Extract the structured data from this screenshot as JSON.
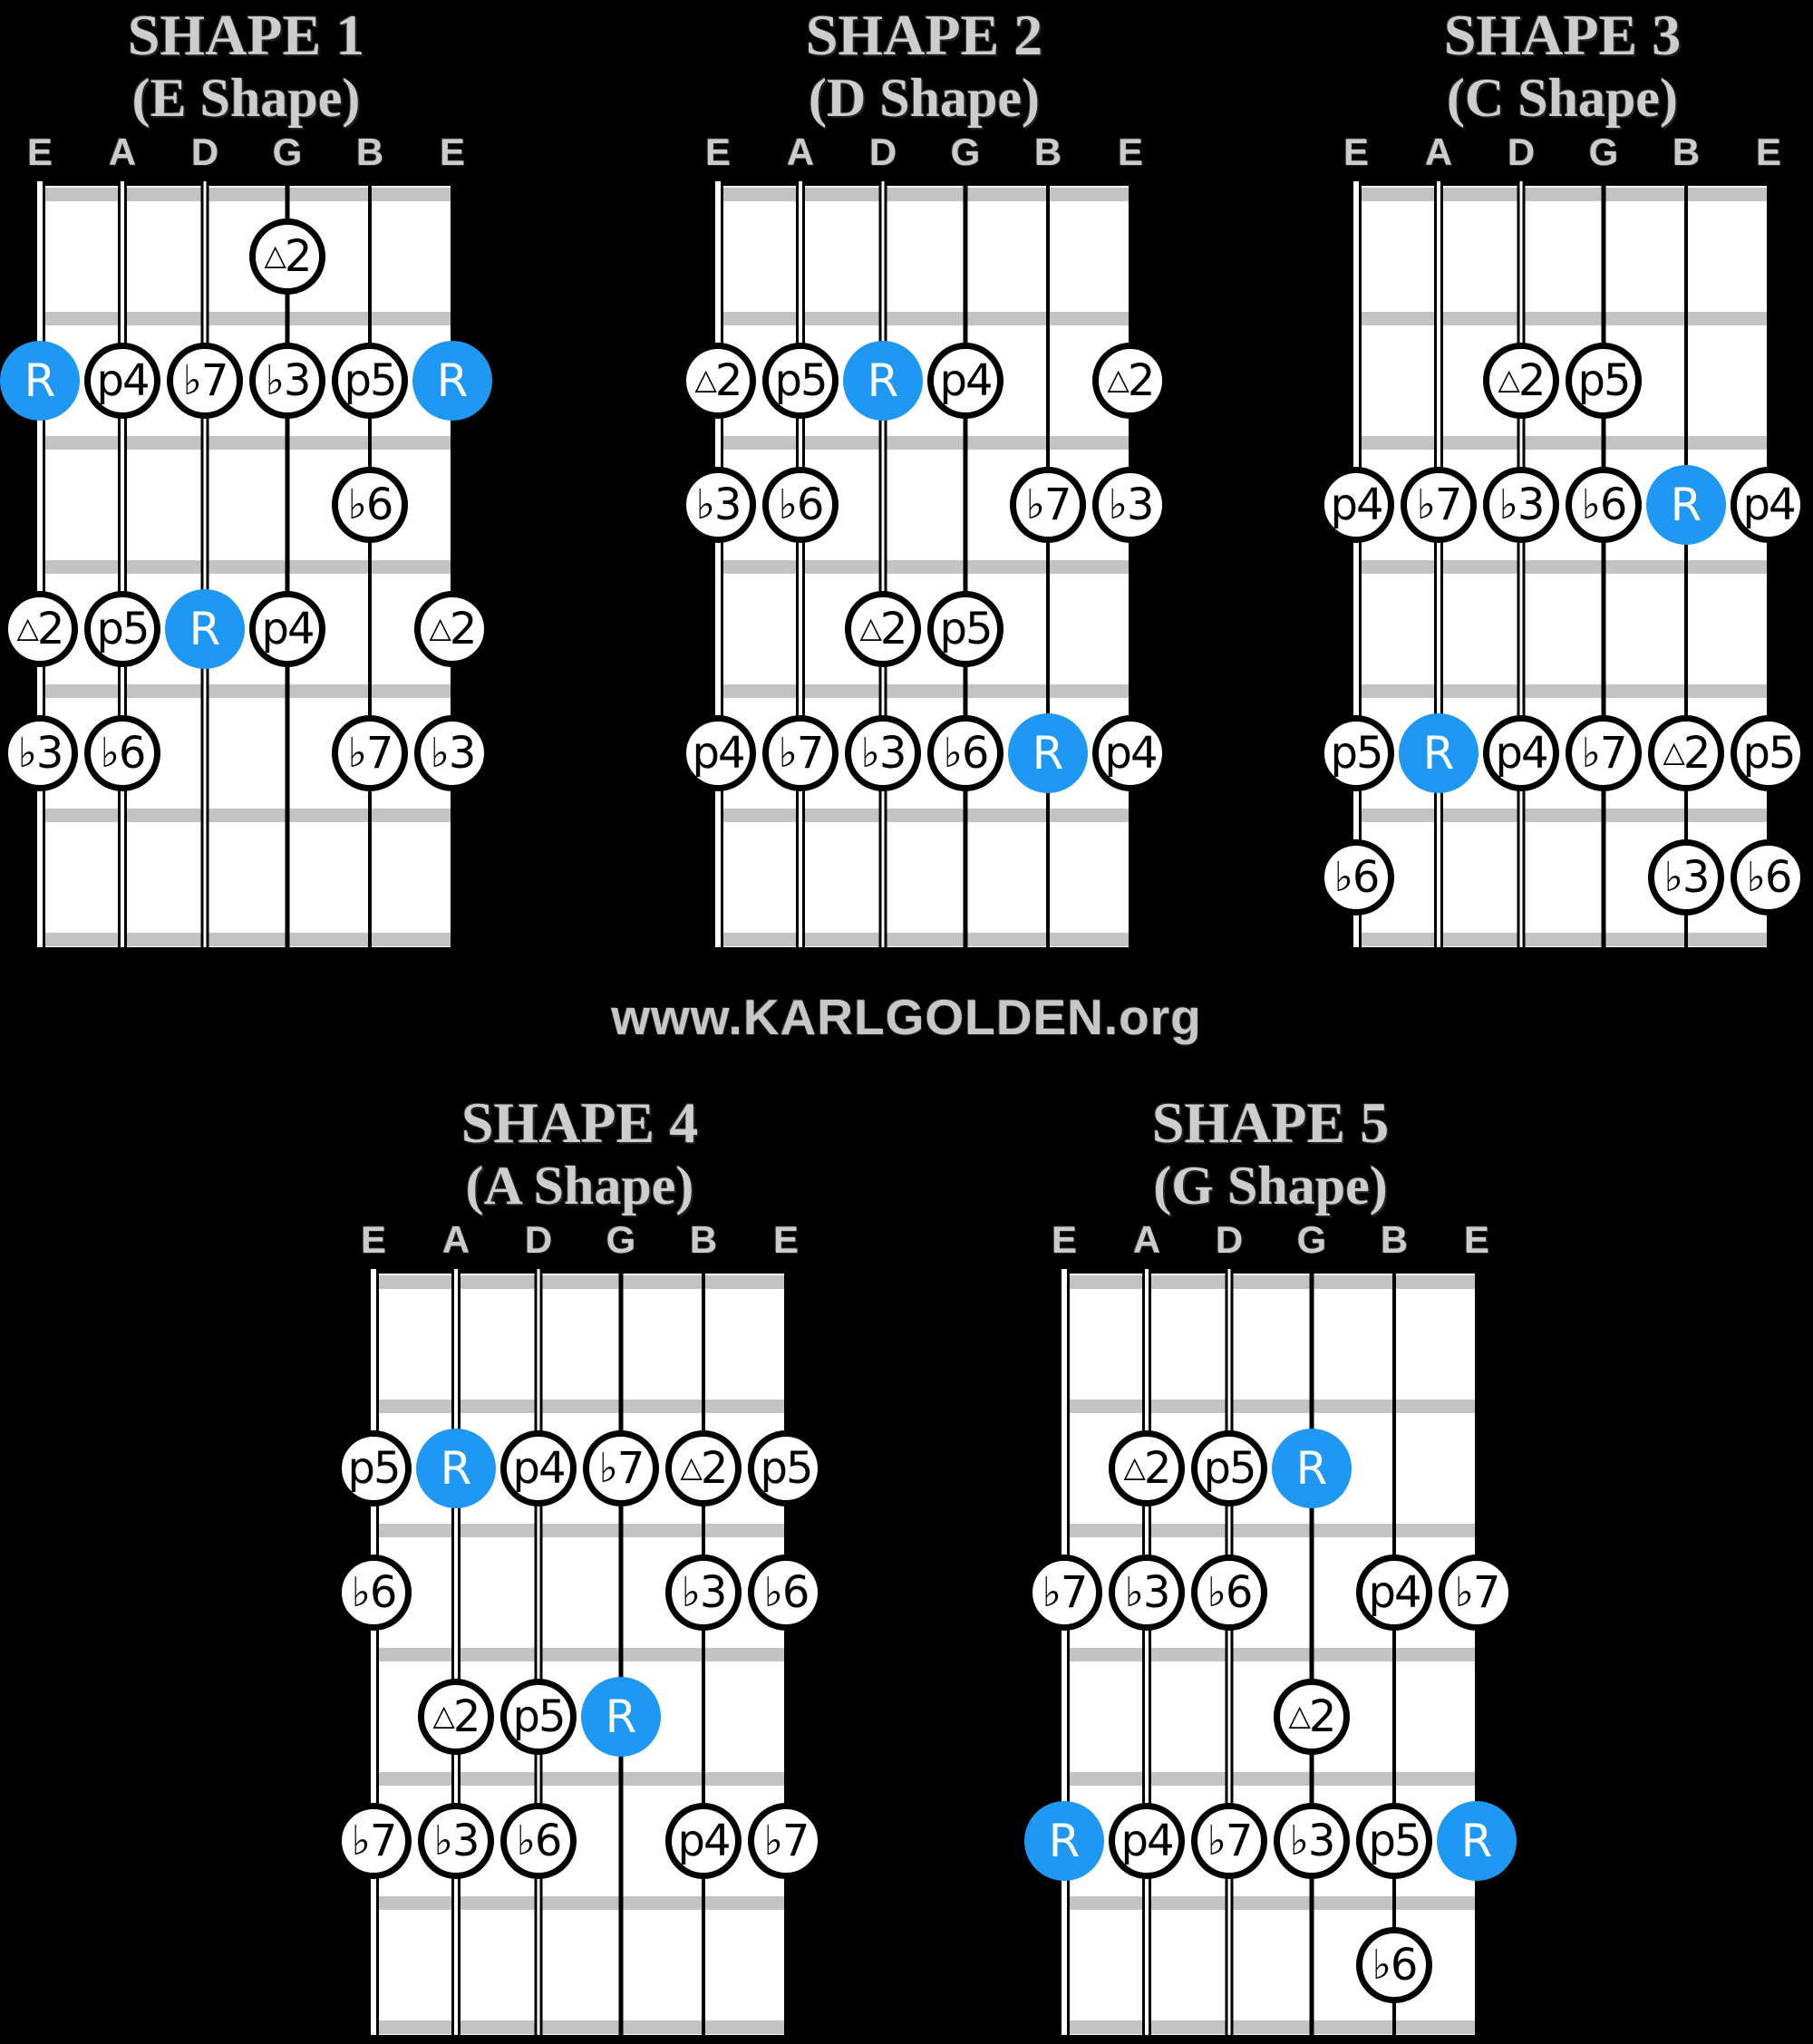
{
  "watermark": "www.KARLGOLDEN.org",
  "colors": {
    "background": "#000000",
    "root_fill": "#1e98f2",
    "note_fill": "#ffffff",
    "note_stroke": "#000000",
    "fret_bar": "#c3c3c3",
    "title_text": "#cbcdce"
  },
  "fretboard": {
    "string_labels": [
      "E",
      "A",
      "D",
      "G",
      "B",
      "E"
    ],
    "frets_per_diagram": 6
  },
  "shapes": [
    {
      "title": "SHAPE 1",
      "subtitle": "(E Shape)",
      "notes": [
        {
          "s": 3,
          "f": 1,
          "t": "△2"
        },
        {
          "s": 0,
          "f": 2,
          "t": "R",
          "root": true
        },
        {
          "s": 1,
          "f": 2,
          "t": "p4"
        },
        {
          "s": 2,
          "f": 2,
          "t": "♭7"
        },
        {
          "s": 3,
          "f": 2,
          "t": "♭3"
        },
        {
          "s": 4,
          "f": 2,
          "t": "p5"
        },
        {
          "s": 5,
          "f": 2,
          "t": "R",
          "root": true
        },
        {
          "s": 4,
          "f": 3,
          "t": "♭6"
        },
        {
          "s": 0,
          "f": 4,
          "t": "△2"
        },
        {
          "s": 1,
          "f": 4,
          "t": "p5"
        },
        {
          "s": 2,
          "f": 4,
          "t": "R",
          "root": true
        },
        {
          "s": 3,
          "f": 4,
          "t": "p4"
        },
        {
          "s": 5,
          "f": 4,
          "t": "△2"
        },
        {
          "s": 0,
          "f": 5,
          "t": "♭3"
        },
        {
          "s": 1,
          "f": 5,
          "t": "♭6"
        },
        {
          "s": 4,
          "f": 5,
          "t": "♭7"
        },
        {
          "s": 5,
          "f": 5,
          "t": "♭3"
        }
      ]
    },
    {
      "title": "SHAPE 2",
      "subtitle": "(D Shape)",
      "notes": [
        {
          "s": 0,
          "f": 2,
          "t": "△2"
        },
        {
          "s": 1,
          "f": 2,
          "t": "p5"
        },
        {
          "s": 2,
          "f": 2,
          "t": "R",
          "root": true
        },
        {
          "s": 3,
          "f": 2,
          "t": "p4"
        },
        {
          "s": 5,
          "f": 2,
          "t": "△2"
        },
        {
          "s": 0,
          "f": 3,
          "t": "♭3"
        },
        {
          "s": 1,
          "f": 3,
          "t": "♭6"
        },
        {
          "s": 4,
          "f": 3,
          "t": "♭7"
        },
        {
          "s": 5,
          "f": 3,
          "t": "♭3"
        },
        {
          "s": 2,
          "f": 4,
          "t": "△2"
        },
        {
          "s": 3,
          "f": 4,
          "t": "p5"
        },
        {
          "s": 0,
          "f": 5,
          "t": "p4"
        },
        {
          "s": 1,
          "f": 5,
          "t": "♭7"
        },
        {
          "s": 2,
          "f": 5,
          "t": "♭3"
        },
        {
          "s": 3,
          "f": 5,
          "t": "♭6"
        },
        {
          "s": 4,
          "f": 5,
          "t": "R",
          "root": true
        },
        {
          "s": 5,
          "f": 5,
          "t": "p4"
        }
      ]
    },
    {
      "title": "SHAPE 3",
      "subtitle": "(C Shape)",
      "notes": [
        {
          "s": 2,
          "f": 2,
          "t": "△2"
        },
        {
          "s": 3,
          "f": 2,
          "t": "p5"
        },
        {
          "s": 0,
          "f": 3,
          "t": "p4"
        },
        {
          "s": 1,
          "f": 3,
          "t": "♭7"
        },
        {
          "s": 2,
          "f": 3,
          "t": "♭3"
        },
        {
          "s": 3,
          "f": 3,
          "t": "♭6"
        },
        {
          "s": 4,
          "f": 3,
          "t": "R",
          "root": true
        },
        {
          "s": 5,
          "f": 3,
          "t": "p4"
        },
        {
          "s": 0,
          "f": 5,
          "t": "p5"
        },
        {
          "s": 1,
          "f": 5,
          "t": "R",
          "root": true
        },
        {
          "s": 2,
          "f": 5,
          "t": "p4"
        },
        {
          "s": 3,
          "f": 5,
          "t": "♭7"
        },
        {
          "s": 4,
          "f": 5,
          "t": "△2"
        },
        {
          "s": 5,
          "f": 5,
          "t": "p5"
        },
        {
          "s": 0,
          "f": 6,
          "t": "♭6"
        },
        {
          "s": 4,
          "f": 6,
          "t": "♭3"
        },
        {
          "s": 5,
          "f": 6,
          "t": "♭6"
        }
      ]
    },
    {
      "title": "SHAPE 4",
      "subtitle": "(A Shape)",
      "notes": [
        {
          "s": 0,
          "f": 2,
          "t": "p5"
        },
        {
          "s": 1,
          "f": 2,
          "t": "R",
          "root": true
        },
        {
          "s": 2,
          "f": 2,
          "t": "p4"
        },
        {
          "s": 3,
          "f": 2,
          "t": "♭7"
        },
        {
          "s": 4,
          "f": 2,
          "t": "△2"
        },
        {
          "s": 5,
          "f": 2,
          "t": "p5"
        },
        {
          "s": 0,
          "f": 3,
          "t": "♭6"
        },
        {
          "s": 4,
          "f": 3,
          "t": "♭3"
        },
        {
          "s": 5,
          "f": 3,
          "t": "♭6"
        },
        {
          "s": 1,
          "f": 4,
          "t": "△2"
        },
        {
          "s": 2,
          "f": 4,
          "t": "p5"
        },
        {
          "s": 3,
          "f": 4,
          "t": "R",
          "root": true
        },
        {
          "s": 0,
          "f": 5,
          "t": "♭7"
        },
        {
          "s": 1,
          "f": 5,
          "t": "♭3"
        },
        {
          "s": 2,
          "f": 5,
          "t": "♭6"
        },
        {
          "s": 4,
          "f": 5,
          "t": "p4"
        },
        {
          "s": 5,
          "f": 5,
          "t": "♭7"
        }
      ]
    },
    {
      "title": "SHAPE 5",
      "subtitle": "(G Shape)",
      "notes": [
        {
          "s": 1,
          "f": 2,
          "t": "△2"
        },
        {
          "s": 2,
          "f": 2,
          "t": "p5"
        },
        {
          "s": 3,
          "f": 2,
          "t": "R",
          "root": true
        },
        {
          "s": 0,
          "f": 3,
          "t": "♭7"
        },
        {
          "s": 1,
          "f": 3,
          "t": "♭3"
        },
        {
          "s": 2,
          "f": 3,
          "t": "♭6"
        },
        {
          "s": 4,
          "f": 3,
          "t": "p4"
        },
        {
          "s": 5,
          "f": 3,
          "t": "♭7"
        },
        {
          "s": 3,
          "f": 4,
          "t": "△2"
        },
        {
          "s": 0,
          "f": 5,
          "t": "R",
          "root": true
        },
        {
          "s": 1,
          "f": 5,
          "t": "p4"
        },
        {
          "s": 2,
          "f": 5,
          "t": "♭7"
        },
        {
          "s": 3,
          "f": 5,
          "t": "♭3"
        },
        {
          "s": 4,
          "f": 5,
          "t": "p5"
        },
        {
          "s": 5,
          "f": 5,
          "t": "R",
          "root": true
        },
        {
          "s": 4,
          "f": 6,
          "t": "♭6"
        }
      ]
    }
  ]
}
